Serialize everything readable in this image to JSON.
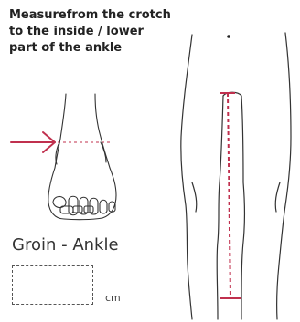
{
  "instruction": "Measurefrom the crotch\nto the inside / lower\npart of the ankle",
  "measurement": {
    "label": "Groin - Ankle",
    "unit": "cm",
    "value": ""
  },
  "colors": {
    "accent": "#c0304e",
    "line": "#333333",
    "text": "#222222"
  },
  "icons": {
    "arrow": "right-arrow-icon",
    "foot": "foot-illustration",
    "legs": "legs-illustration"
  }
}
